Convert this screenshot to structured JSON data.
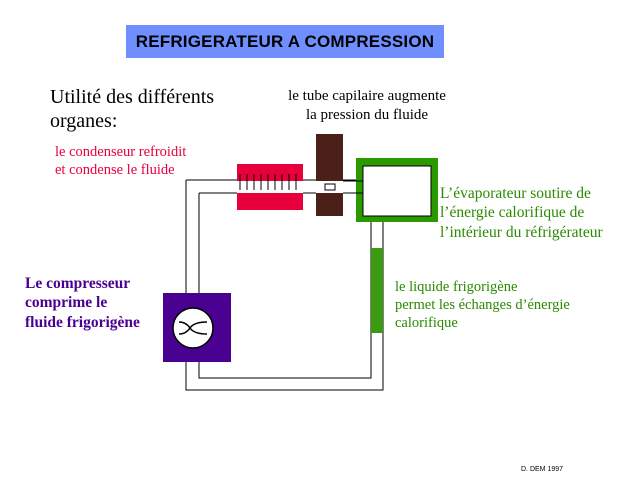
{
  "title": "REFRIGERATEUR A COMPRESSION",
  "utilite": [
    "Utilité des différents",
    "organes:"
  ],
  "capillaire": [
    "le tube capilaire augmente",
    "la pression du fluide"
  ],
  "condenseur": [
    "le condenseur refroidit",
    "et condense le fluide"
  ],
  "evaporateur": [
    "L’évaporateur soutire de",
    "l’énergie calorifique de",
    "l’intérieur du réfrigérateur"
  ],
  "liquide": [
    "le liquide frigorigène",
    "permet les échanges d’énergie",
    "calorifique"
  ],
  "compresseur": [
    "Le compresseur",
    "comprime le",
    "fluide frigorigène"
  ],
  "credit": "D. DEM 1997",
  "colors": {
    "title_bg": "#6f8fff",
    "condenseur": "#e8003c",
    "capillaire": "#4a2018",
    "evaporateur": "#2a9a00",
    "compresseur": "#4a0090"
  }
}
